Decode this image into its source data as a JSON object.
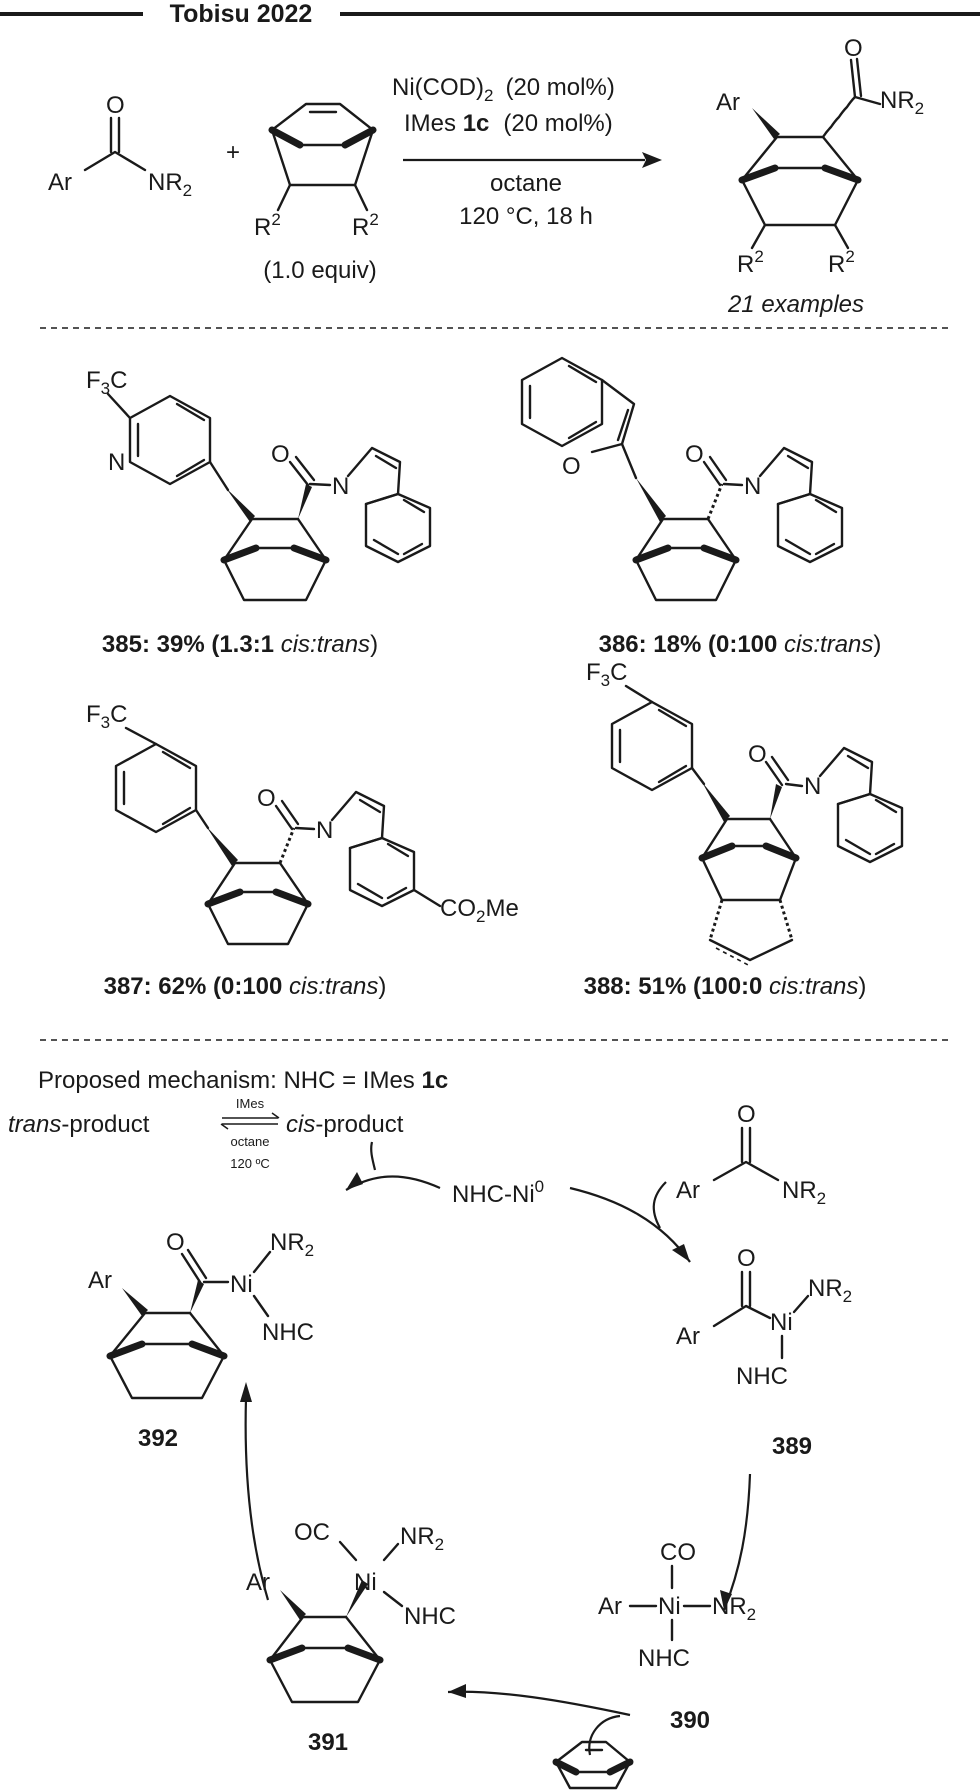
{
  "header": {
    "title": "Tobisu 2022"
  },
  "scheme": {
    "reactant_amide": {
      "ar": "Ar",
      "o": "O",
      "nr2": "NR",
      "sub2": "2"
    },
    "plus": "+",
    "norbornene": {
      "r2": "R",
      "sup2": "2",
      "equiv": "(1.0 equiv)"
    },
    "conditions": {
      "cat1": "Ni(COD)",
      "cat1_sub": "2",
      "cat1_load": "(20 mol%)",
      "cat2_name": "IMes ",
      "cat2_bold": "1c",
      "cat2_load": "(20 mol%)",
      "solvent": "octane",
      "temp_time": "120 °C, 18 h"
    },
    "product": {
      "ar": "Ar",
      "o": "O",
      "nr2": "NR",
      "sub2": "2",
      "r2": "R",
      "sup2": "2",
      "examples": "21 examples"
    }
  },
  "examples": [
    {
      "id": "385",
      "text": ": 39% (1.3:1 ",
      "ratio": "cis:trans",
      "close": ")",
      "subs": [
        "F",
        "3",
        "C",
        "N",
        "O",
        "N"
      ]
    },
    {
      "id": "386",
      "text": ": 18% (0:100 ",
      "ratio": "cis:trans",
      "close": ")",
      "subs": [
        "O",
        "O",
        "N"
      ]
    },
    {
      "id": "387",
      "text": ": 62% (0:100 ",
      "ratio": "cis:trans",
      "close": ")",
      "subs": [
        "F",
        "3",
        "C",
        "O",
        "N",
        "CO",
        "2",
        "Me"
      ]
    },
    {
      "id": "388",
      "text": ": 51% (100:0 ",
      "ratio": "cis:trans",
      "close": ")",
      "subs": [
        "F",
        "3",
        "C",
        "O",
        "N"
      ]
    }
  ],
  "mechanism": {
    "title": "Proposed mechanism:  NHC = IMes ",
    "title_bold": "1c",
    "trans": "trans",
    "trans_rest": "-product",
    "cis": "cis",
    "cis_rest": "-product",
    "eq_top": "IMes",
    "eq_bottom1": "octane",
    "eq_bottom2": "120 ºC",
    "catalyst": "NHC-Ni",
    "catalyst_sup": "0",
    "substrate": {
      "ar": "Ar",
      "o": "O",
      "nr2": "NR",
      "sub2": "2"
    },
    "i389": {
      "label": "389",
      "ar": "Ar",
      "o": "O",
      "ni": "Ni",
      "nr2": "NR",
      "sub2": "2",
      "nhc": "NHC"
    },
    "i390": {
      "label": "390",
      "ar": "Ar",
      "co": "CO",
      "ni": "Ni",
      "nr2": "NR",
      "sub2": "2",
      "nhc": "NHC"
    },
    "i391": {
      "label": "391",
      "ar": "Ar",
      "oc": "OC",
      "ni": "Ni",
      "nr2": "NR",
      "sub2": "2",
      "nhc": "NHC"
    },
    "i392": {
      "label": "392",
      "ar": "Ar",
      "o": "O",
      "ni": "Ni",
      "nr2": "NR",
      "sub2": "2",
      "nhc": "NHC"
    }
  }
}
